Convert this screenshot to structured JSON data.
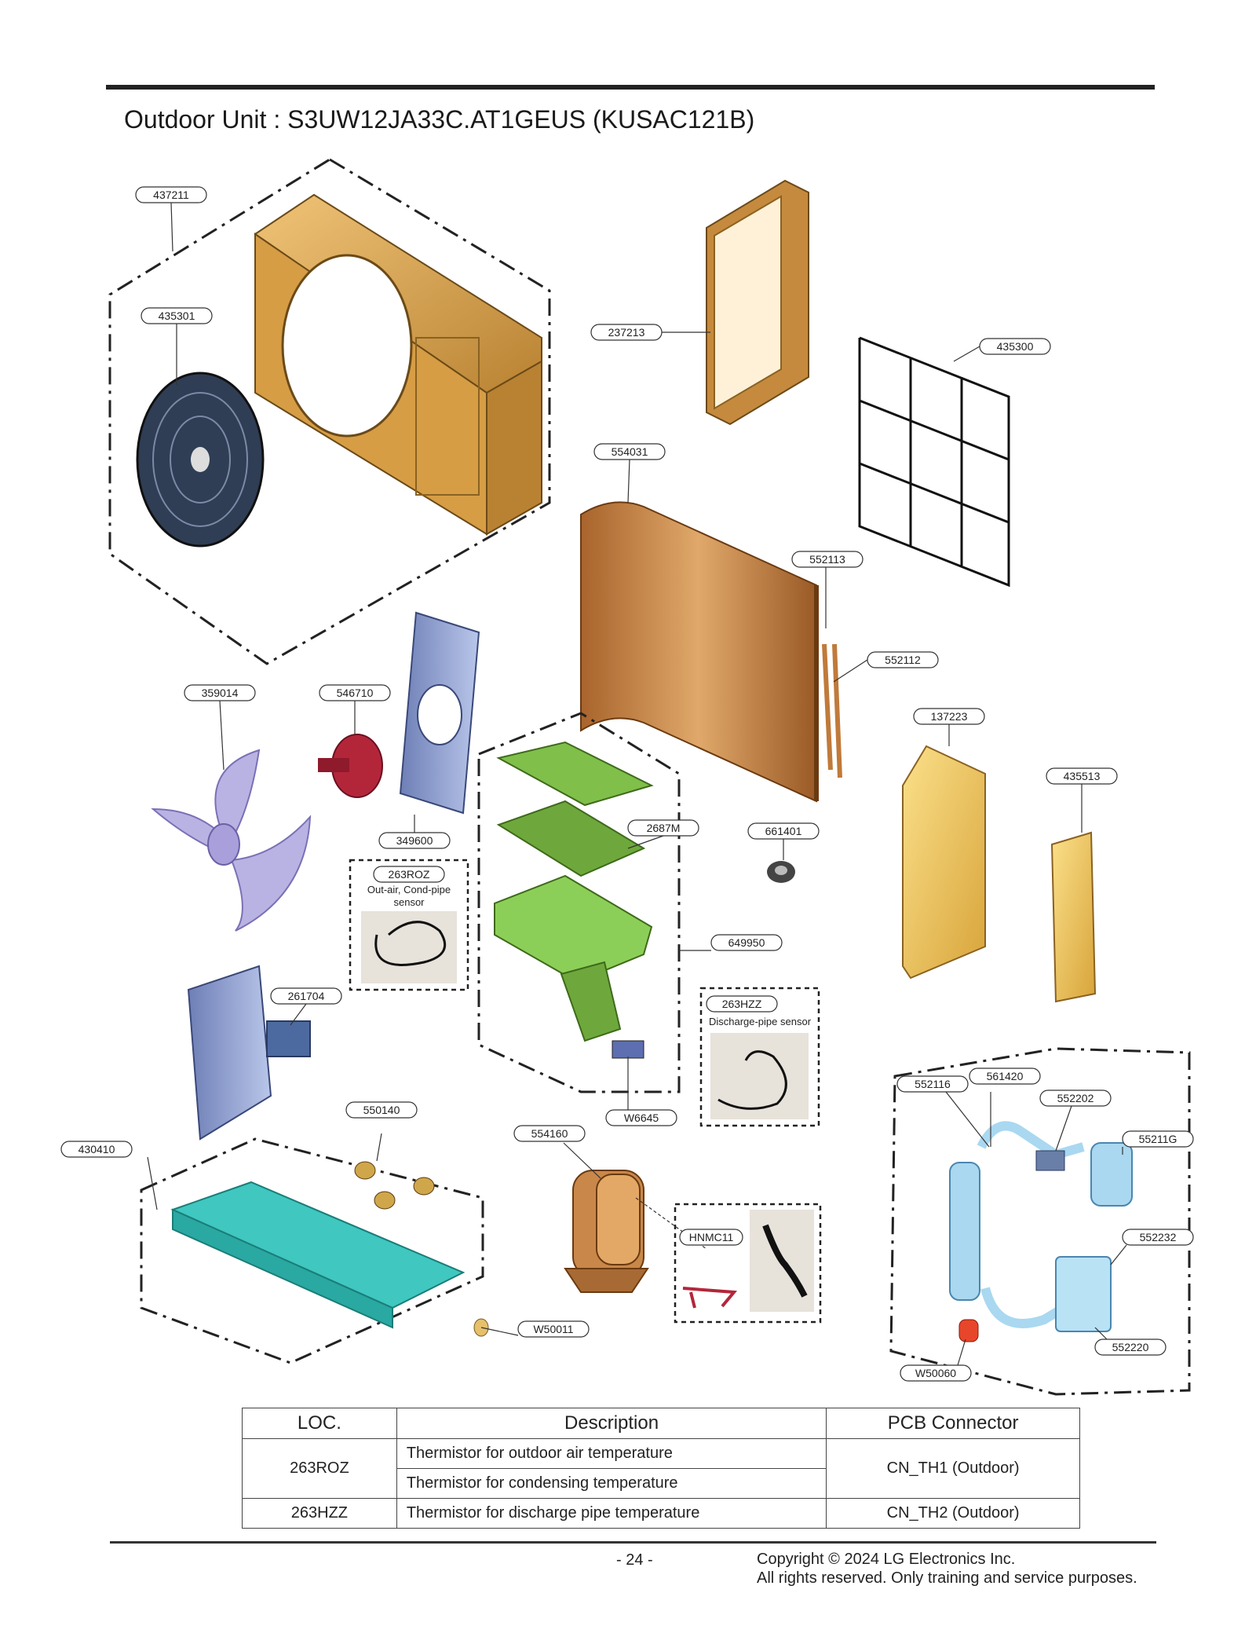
{
  "title": "Outdoor Unit : S3UW12JA33C.AT1GEUS (KUSAC121B)",
  "parts": [
    "437211",
    "435301",
    "237213",
    "435300",
    "554031",
    "552113",
    "552112",
    "359014",
    "546710",
    "137223",
    "435513",
    "349600",
    "2687M",
    "661401",
    "263ROZ",
    "649950",
    "261704",
    "263HZZ",
    "561420",
    "552116",
    "552202",
    "55211G",
    "550140",
    "W6645",
    "430410",
    "554160",
    "HNMC11",
    "552232",
    "W50011",
    "552220",
    "W50060"
  ],
  "sensors": {
    "roz": {
      "code": "263ROZ",
      "caption_line1": "Out-air, Cond-pipe",
      "caption_line2": "sensor"
    },
    "hzz": {
      "code": "263HZZ",
      "caption": "Discharge-pipe sensor"
    },
    "hnmc": {
      "code": "HNMC11"
    }
  },
  "table": {
    "headers": [
      "LOC.",
      "Description",
      "PCB Connector"
    ],
    "rows": [
      {
        "loc": "263ROZ",
        "descriptions": [
          "Thermistor for outdoor air temperature",
          "Thermistor for condensing temperature"
        ],
        "connector": "CN_TH1 (Outdoor)"
      },
      {
        "loc": "263HZZ",
        "descriptions": [
          "Thermistor for discharge pipe temperature"
        ],
        "connector": "CN_TH2 (Outdoor)"
      }
    ]
  },
  "footer": {
    "page_number": "- 24 -",
    "copyright_line1": "Copyright © 2024 LG Electronics Inc.",
    "copyright_line2": "All rights reserved. Only training and service purposes."
  },
  "colors": {
    "cabinet": "#d9a64a",
    "green_pcb": "#7fbf4a",
    "cyan_base": "#3fc7c0",
    "light_blue_pipe": "#a9d8f0",
    "compressor": "#c9874a",
    "fan_motor": "#b3263a",
    "fan_blade": "#b9b3e3",
    "steel_panel": "#8a9ccc"
  }
}
